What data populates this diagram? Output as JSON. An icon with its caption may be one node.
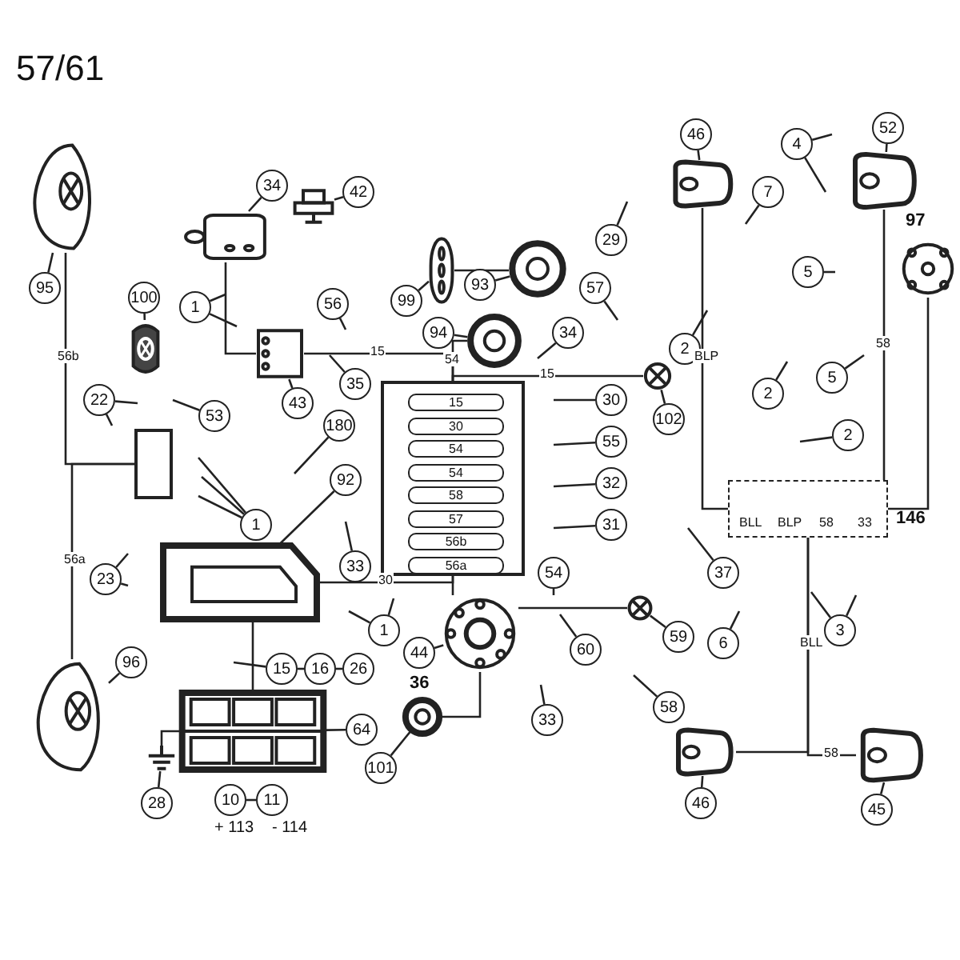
{
  "diagram": {
    "nodes": [
      {
        "text": [],
        "shape": "picture"
      },
      {
        "text": [
          "95"
        ]
      },
      {
        "text": [
          "22"
        ]
      },
      {
        "text": [],
        "shape": "picture"
      },
      {
        "text": [
          "100"
        ]
      },
      {
        "text": [
          "53"
        ]
      },
      {
        "text": [],
        "shape": "picture"
      },
      {
        "text": [
          "34"
        ]
      },
      {
        "text": [],
        "shape": "picture"
      },
      {
        "text": [
          "43"
        ]
      },
      {
        "text": [],
        "shape": "picture"
      },
      {
        "text": [
          "42"
        ]
      },
      {
        "text": [
          "1"
        ]
      },
      {
        "text": [
          "56"
        ]
      },
      {
        "text": [],
        "shape": "picture"
      },
      {
        "text": [
          "99"
        ]
      },
      {
        "text": [],
        "shape": "circle"
      },
      {
        "text": [
          "93"
        ]
      },
      {
        "text": [
          "57"
        ]
      },
      {
        "text": [
          "29"
        ]
      },
      {
        "text": [],
        "shape": "circle"
      },
      {
        "text": [
          "94"
        ]
      },
      {
        "text": [
          "34"
        ]
      },
      {
        "text": [
          "35"
        ]
      },
      {
        "text": [],
        "shape": "box"
      },
      {
        "text": [
          "15"
        ],
        "in": 24
      },
      {
        "text": [
          "30"
        ],
        "in": 24
      },
      {
        "text": [
          "54"
        ],
        "in": 24
      },
      {
        "text": [
          "54"
        ],
        "in": 24
      },
      {
        "text": [
          "58"
        ],
        "in": 24
      },
      {
        "text": [
          "57"
        ],
        "in": 24
      },
      {
        "text": [
          "56b"
        ],
        "in": 24
      },
      {
        "text": [
          "56a"
        ],
        "in": 24
      },
      {
        "text": [
          "30"
        ]
      },
      {
        "text": [
          "55"
        ]
      },
      {
        "text": [
          "32"
        ]
      },
      {
        "text": [
          "31"
        ]
      },
      {
        "text": [
          "180"
        ]
      },
      {
        "text": [],
        "shape": "picture"
      },
      {
        "text": [
          "46"
        ]
      },
      {
        "text": [
          "7"
        ]
      },
      {
        "text": [
          "4"
        ]
      },
      {
        "text": [],
        "shape": "picture"
      },
      {
        "text": [
          "52"
        ]
      },
      {
        "text": [],
        "shape": "circle"
      },
      {
        "text": [
          "5"
        ]
      },
      {
        "text": [
          "5"
        ]
      },
      {
        "text": [
          "2"
        ]
      },
      {
        "text": [
          "2"
        ]
      },
      {
        "text": [
          "2"
        ]
      },
      {
        "text": [],
        "shape": "box"
      },
      {
        "text": [],
        "shape": "box"
      },
      {
        "text": [
          "1"
        ]
      },
      {
        "text": [],
        "shape": "circle"
      },
      {
        "text": [
          "102"
        ]
      },
      {
        "text": [
          "37"
        ]
      },
      {
        "text": [],
        "shape": "circle"
      },
      {
        "text": [
          "59"
        ]
      },
      {
        "text": [],
        "shape": "picture"
      },
      {
        "text": [
          "92"
        ]
      },
      {
        "text": [
          "1"
        ]
      },
      {
        "text": [],
        "shape": "picture"
      },
      {
        "text": [
          "64"
        ]
      },
      {
        "text": [
          "15"
        ]
      },
      {
        "text": [
          "16"
        ]
      },
      {
        "text": [
          "26"
        ]
      },
      {
        "text": [
          "10"
        ]
      },
      {
        "text": [
          "11"
        ]
      },
      {
        "text": [],
        "shape": "picture"
      },
      {
        "text": [
          "28"
        ]
      },
      {
        "text": [],
        "shape": "picture"
      },
      {
        "text": [
          "96"
        ]
      },
      {
        "text": [
          "23"
        ]
      },
      {
        "text": [
          "33"
        ]
      },
      {
        "text": [
          "54"
        ]
      },
      {
        "text": [],
        "shape": "circle"
      },
      {
        "text": [
          "44"
        ]
      },
      {
        "text": [],
        "shape": "circle"
      },
      {
        "text": [
          "101"
        ]
      },
      {
        "text": [
          "33"
        ]
      },
      {
        "text": [
          "60"
        ]
      },
      {
        "text": [
          "58"
        ]
      },
      {
        "text": [
          "6"
        ]
      },
      {
        "text": [
          "3"
        ]
      },
      {
        "text": [],
        "shape": "picture"
      },
      {
        "text": [
          "46"
        ]
      },
      {
        "text": [],
        "shape": "picture"
      },
      {
        "text": [
          "45"
        ]
      }
    ],
    "edges": [
      {
        "from": 1,
        "to": 0,
        "arrow": "none"
      },
      {
        "from": 2,
        "to": null,
        "arrow": "none"
      },
      {
        "from": 2,
        "to": null,
        "arrow": "none"
      },
      {
        "from": 4,
        "to": 3,
        "arrow": "none"
      },
      {
        "from": 5,
        "to": null,
        "arrow": "none"
      },
      {
        "from": 7,
        "to": 6,
        "arrow": "none"
      },
      {
        "from": 9,
        "to": 8,
        "arrow": "none"
      },
      {
        "from": 11,
        "to": 10,
        "arrow": "none"
      },
      {
        "from": 12,
        "to": null,
        "arrow": "none"
      },
      {
        "from": 12,
        "to": null,
        "arrow": "none"
      },
      {
        "from": 13,
        "to": null,
        "arrow": "none"
      },
      {
        "from": 15,
        "to": 14,
        "arrow": "none"
      },
      {
        "from": 17,
        "to": 16,
        "arrow": "none"
      },
      {
        "from": 18,
        "to": null,
        "arrow": "none"
      },
      {
        "from": 19,
        "to": null,
        "arrow": "none"
      },
      {
        "from": 21,
        "to": 20,
        "arrow": "none"
      },
      {
        "from": 22,
        "to": null,
        "arrow": "none"
      },
      {
        "from": 23,
        "to": null,
        "arrow": "none"
      },
      {
        "from": 33,
        "to": null,
        "arrow": "none"
      },
      {
        "from": 34,
        "to": null,
        "arrow": "none"
      },
      {
        "from": 35,
        "to": null,
        "arrow": "none"
      },
      {
        "from": 36,
        "to": null,
        "arrow": "none"
      },
      {
        "from": 37,
        "to": null,
        "arrow": "none"
      },
      {
        "from": 39,
        "to": 38,
        "arrow": "none"
      },
      {
        "from": 40,
        "to": null,
        "arrow": "none"
      },
      {
        "from": 41,
        "to": null,
        "arrow": "none"
      },
      {
        "from": 41,
        "to": null,
        "arrow": "none"
      },
      {
        "from": 43,
        "to": 42,
        "arrow": "none"
      },
      {
        "from": 45,
        "to": null,
        "arrow": "none"
      },
      {
        "from": 46,
        "to": null,
        "arrow": "none"
      },
      {
        "from": 47,
        "to": null,
        "arrow": "none"
      },
      {
        "from": 48,
        "to": null,
        "arrow": "none"
      },
      {
        "from": 49,
        "to": null,
        "arrow": "none"
      },
      {
        "from": 52,
        "to": null,
        "arrow": "none"
      },
      {
        "from": 52,
        "to": null,
        "arrow": "none"
      },
      {
        "from": 52,
        "to": null,
        "arrow": "none"
      },
      {
        "from": 54,
        "to": 53,
        "arrow": "none"
      },
      {
        "from": 55,
        "to": null,
        "arrow": "none"
      },
      {
        "from": 57,
        "to": 56,
        "arrow": "none"
      },
      {
        "from": 59,
        "to": 58,
        "arrow": "none"
      },
      {
        "from": 60,
        "to": null,
        "arrow": "none"
      },
      {
        "from": 60,
        "to": null,
        "arrow": "none"
      },
      {
        "from": 62,
        "to": 61,
        "arrow": "none"
      },
      {
        "from": 63,
        "to": 64,
        "arrow": "none"
      },
      {
        "from": 64,
        "to": 65,
        "arrow": "none"
      },
      {
        "from": 63,
        "to": null,
        "arrow": "none"
      },
      {
        "from": 66,
        "to": 67,
        "arrow": "none"
      },
      {
        "from": 69,
        "to": 68,
        "arrow": "none"
      },
      {
        "from": 71,
        "to": 70,
        "arrow": "none"
      },
      {
        "from": 72,
        "to": null,
        "arrow": "none"
      },
      {
        "from": 72,
        "to": null,
        "arrow": "none"
      },
      {
        "from": 73,
        "to": null,
        "arrow": "none"
      },
      {
        "from": 74,
        "to": null,
        "arrow": "none"
      },
      {
        "from": 76,
        "to": 75,
        "arrow": "none"
      },
      {
        "from": 78,
        "to": 77,
        "arrow": "none"
      },
      {
        "from": 79,
        "to": null,
        "arrow": "none"
      },
      {
        "from": 80,
        "to": null,
        "arrow": "none"
      },
      {
        "from": 81,
        "to": null,
        "arrow": "none"
      },
      {
        "from": 82,
        "to": null,
        "arrow": "none"
      },
      {
        "from": 83,
        "to": null,
        "arrow": "none"
      },
      {
        "from": 83,
        "to": null,
        "arrow": "none"
      },
      {
        "from": 85,
        "to": 84,
        "arrow": "none"
      },
      {
        "from": 87,
        "to": 86,
        "arrow": "none"
      },
      {
        "from": 0,
        "to": 51,
        "arrow": "none",
        "label": "56b"
      },
      {
        "from": 70,
        "to": 51,
        "arrow": "none",
        "label": "56a"
      },
      {
        "from": 6,
        "to": 8,
        "arrow": "none"
      },
      {
        "from": 8,
        "to": 24,
        "arrow": "none",
        "label": "15"
      },
      {
        "from": 61,
        "to": 58,
        "arrow": "none"
      },
      {
        "from": 58,
        "to": 24,
        "arrow": "none",
        "label": "30"
      },
      {
        "from": 24,
        "to": 75,
        "arrow": "none"
      },
      {
        "from": 75,
        "to": 77,
        "arrow": "none"
      },
      {
        "from": 24,
        "to": 20,
        "arrow": "none",
        "label": "54"
      },
      {
        "from": 14,
        "to": 16,
        "arrow": "none"
      },
      {
        "from": 53,
        "to": 24,
        "arrow": "none",
        "label": "15"
      },
      {
        "from": 56,
        "to": 75,
        "arrow": "none"
      },
      {
        "from": 38,
        "to": 50,
        "arrow": "none",
        "label": "BLP"
      },
      {
        "from": 42,
        "to": 50,
        "arrow": "none",
        "label": "58"
      },
      {
        "from": 44,
        "to": 50,
        "arrow": "none"
      },
      {
        "from": 50,
        "to": 84,
        "arrow": "none",
        "label": "BLL"
      },
      {
        "from": 50,
        "to": 86,
        "arrow": "none",
        "label": "58"
      },
      {
        "from": 61,
        "to": 68,
        "arrow": "none"
      }
    ],
    "labels": [
      "57/61",
      "97",
      "146",
      "36",
      "+ 113",
      "- 114",
      "BLL",
      "BLP",
      "58",
      "33"
    ]
  }
}
